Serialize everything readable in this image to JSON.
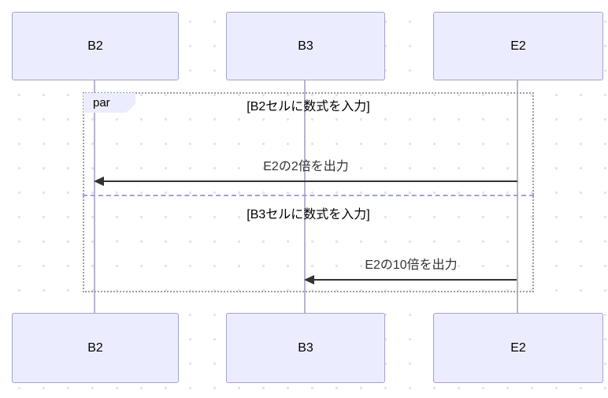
{
  "participants": [
    {
      "label": "B2"
    },
    {
      "label": "B3"
    },
    {
      "label": "E2"
    }
  ],
  "par": {
    "label": "par",
    "sections": [
      {
        "condition": "[B2セルに数式を入力]",
        "message": {
          "text": "E2の2倍を出力",
          "from": "E2",
          "to": "B2"
        }
      },
      {
        "condition": "[B3セルに数式を入力]",
        "message": {
          "text": "E2の10倍を出力",
          "from": "E2",
          "to": "B3"
        }
      }
    ]
  },
  "colors": {
    "actor_fill": "#ECECFF",
    "actor_border": "#A3A3D1",
    "lifeline": "#B5B5CD",
    "frame_border": "#9E9E9E",
    "divider": "#A0A0E0",
    "arrow": "#333333",
    "background_dot": "#E2E2EE"
  }
}
